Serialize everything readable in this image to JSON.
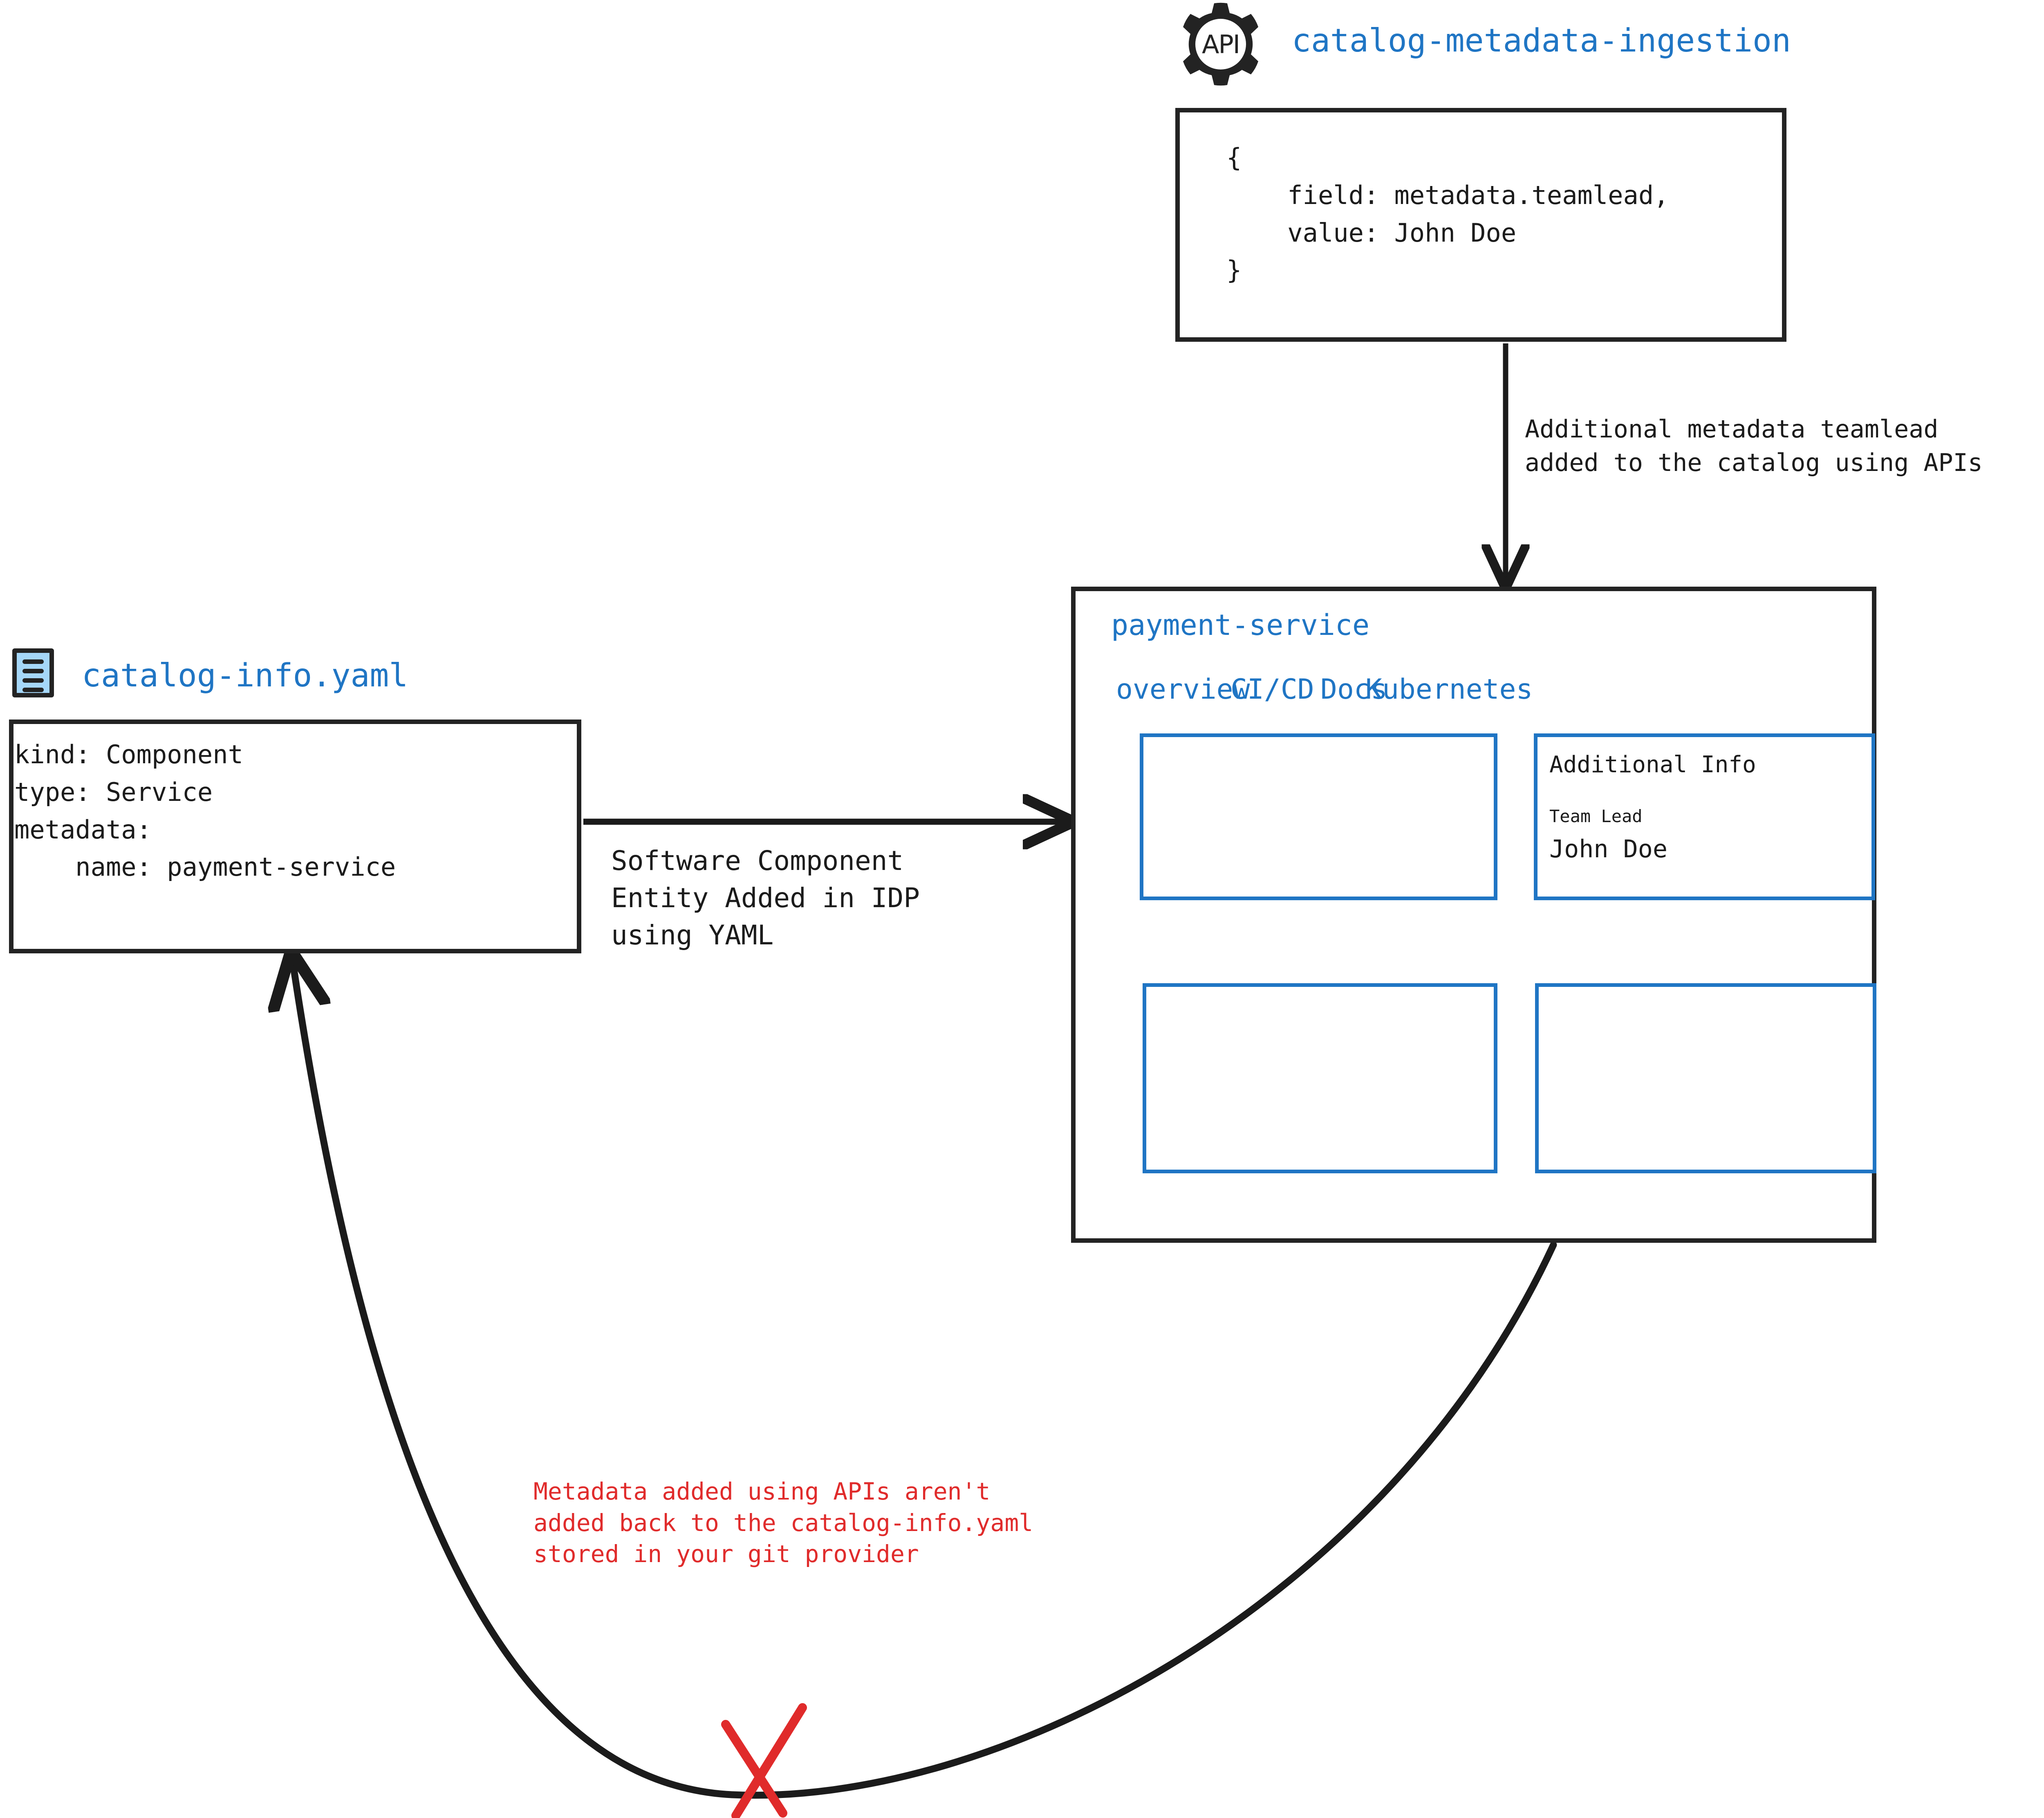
{
  "api_node": {
    "icon_name": "api-gear-icon",
    "icon_text": "API",
    "title": "catalog-metadata-ingestion",
    "code": "{\n    field: metadata.teamlead,\n    value: John Doe\n}"
  },
  "yaml_node": {
    "icon_name": "yaml-file-icon",
    "title": "catalog-info.yaml",
    "code": "kind: Component\ntype: Service\nmetadata:\n    name: payment-service"
  },
  "idp_panel": {
    "title": "payment-service",
    "tabs": [
      {
        "label": "overview"
      },
      {
        "label": "CI/CD"
      },
      {
        "label": "Docs"
      },
      {
        "label": "Kubernetes"
      }
    ],
    "cards": {
      "overview": {
        "label": ""
      },
      "additional_info": {
        "heading": "Additional Info",
        "field_label": "Team Lead",
        "field_value": "John Doe"
      },
      "bottom_left": {
        "label": ""
      },
      "bottom_right": {
        "label": ""
      }
    }
  },
  "edges": {
    "api_to_panel": "Additional metadata teamlead\nadded to the catalog using APIs",
    "yaml_to_panel": "Software Component\nEntity Added in IDP\nusing YAML",
    "panel_to_yaml_blocked": "Metadata added using APIs aren't\nadded back to the catalog-info.yaml\nstored in your git provider"
  },
  "colors": {
    "accent_blue": "#1f75c4",
    "icon_fill_blue": "#a5d7f9",
    "stroke_black": "#232323",
    "warning_red": "#e02b2b"
  }
}
